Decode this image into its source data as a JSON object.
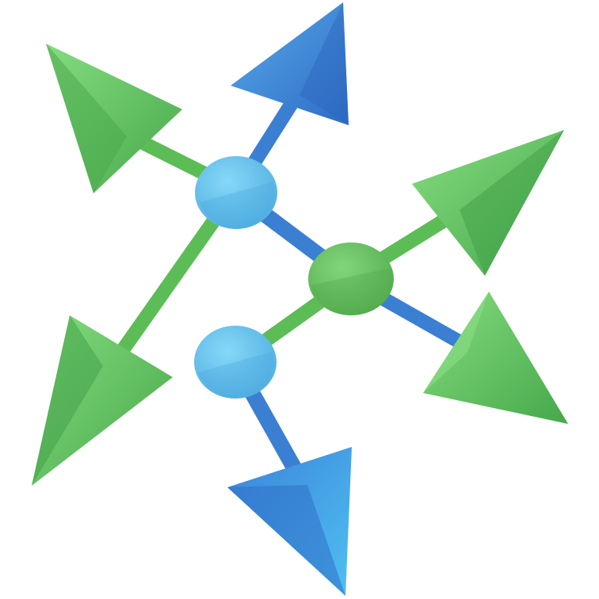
{
  "image": {
    "subject": "branching-arrows-icon",
    "background": "#ffffff"
  },
  "colors": {
    "green_light": "#7fd57a",
    "green_mid": "#5cc25a",
    "green_dark": "#3fa044",
    "blue_light": "#6fcaf2",
    "blue_mid": "#4d9fe2",
    "blue_dark": "#2f6fc8",
    "node_blue": "#63c3f0",
    "node_blue_shadow": "#4aa9df",
    "node_green": "#6cc562",
    "node_green_shadow": "#52ad4c"
  },
  "nodes": [
    {
      "name": "top-node",
      "color": "blue"
    },
    {
      "name": "center-node",
      "color": "green"
    },
    {
      "name": "lower-node",
      "color": "blue"
    }
  ],
  "arrows": [
    {
      "name": "arrow-top-left",
      "color": "green"
    },
    {
      "name": "arrow-top",
      "color": "blue"
    },
    {
      "name": "arrow-right",
      "color": "green"
    },
    {
      "name": "arrow-bottom-right",
      "color": "green"
    },
    {
      "name": "arrow-bottom",
      "color": "blue"
    },
    {
      "name": "arrow-bottom-left",
      "color": "green"
    }
  ]
}
